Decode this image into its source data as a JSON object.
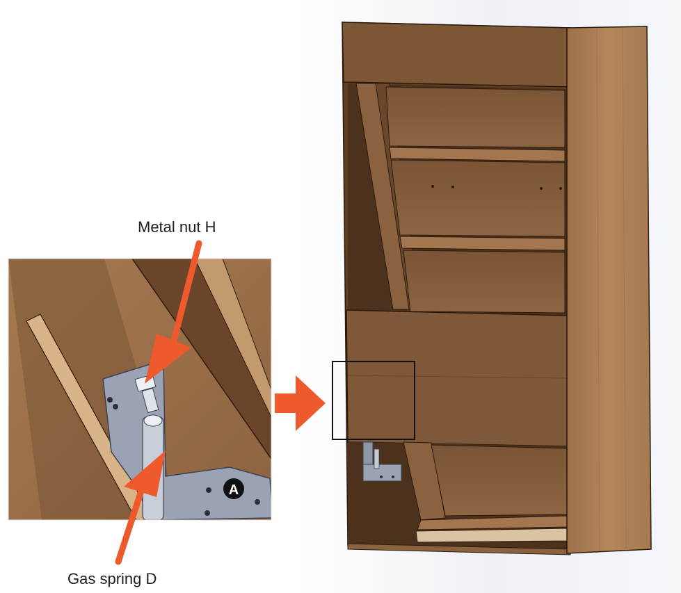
{
  "callouts": {
    "metal_nut": "Metal nut H",
    "gas_spring": "Gas spring D",
    "bracket_marker": "A"
  },
  "colors": {
    "wood_dark": "#6d4a2c",
    "wood_mid": "#8a6240",
    "wood_light": "#a67c55",
    "wood_face": "#b58a60",
    "arrow": "#ee5a2c",
    "metal": "#9aa2b3",
    "outline": "#1a1a1a",
    "background": "#ffffff"
  }
}
